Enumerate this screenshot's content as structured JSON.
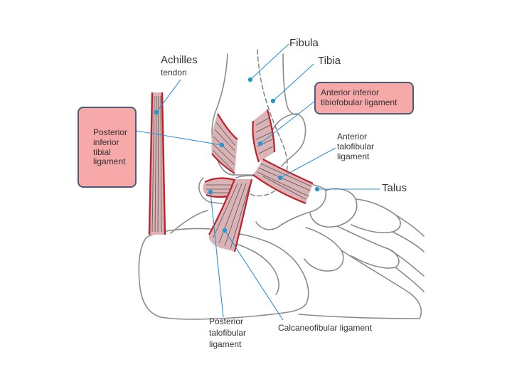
{
  "colors": {
    "bone_outline": "#8a8a8a",
    "ligament_fill": "#d9b3b5",
    "ligament_edge": "#c0202a",
    "ligament_fiber": "#555555",
    "leader_line": "#2b94d3",
    "highlight_box_fill": "#f7a8a8",
    "highlight_box_border": "#4d5a78"
  },
  "labels": {
    "fibula": "Fibula",
    "tibia": "Tibia",
    "achilles_line1": "Achilles",
    "achilles_line2": "tendon",
    "anterior_inferior_tibiofibular_line1": "Anterior inferior",
    "anterior_inferior_tibiofibular_line2": "tibiofobular ligament",
    "posterior_inferior_tibial_line1": "Posterior",
    "posterior_inferior_tibial_line2": "inferior",
    "posterior_inferior_tibial_line3": "tibial",
    "posterior_inferior_tibial_line4": "ligament",
    "anterior_talofibular_line1": "Anterior",
    "anterior_talofibular_line2": "talofibular",
    "anterior_talofibular_line3": "ligament",
    "talus": "Talus",
    "posterior_talofibular_line1": "Posterior",
    "posterior_talofibular_line2": "talofibular",
    "posterior_talofibular_line3": "ligament",
    "calcaneofibular": "Calcaneofibular ligament"
  }
}
